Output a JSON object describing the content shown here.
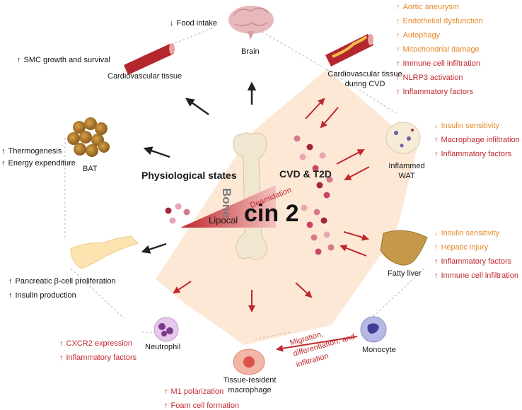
{
  "center": {
    "physiological": "Physiological states",
    "cvd_t2d": "CVD & T2D",
    "bone": "Bone",
    "deamidation": "Deamidation",
    "lipocal": "Lipocal",
    "cin2": "cin 2"
  },
  "nodes": {
    "brain": "Brain",
    "cv_tissue": "Cardiovascular tissue",
    "cv_tissue_cvd_1": "Cardiovascular tissue",
    "cv_tissue_cvd_2": "during CVD",
    "bat": "BAT",
    "inflamed_wat_1": "Inflammed",
    "inflamed_wat_2": "WAT",
    "fatty_liver": "Fatty liver",
    "neutrophil": "Neutrophil",
    "monocyte": "Monocyte",
    "macrophage_1": "Tissue-resident",
    "macrophage_2": "macrophage",
    "migration_1": "Migration,",
    "migration_2": "differentiation, and",
    "migration_3": "infiltration"
  },
  "physiological_effects": {
    "brain": [
      {
        "dir": "down",
        "text": "Food intake"
      }
    ],
    "cv_tissue": [
      {
        "dir": "up",
        "text": "SMC growth and survival"
      }
    ],
    "bat": [
      {
        "dir": "up",
        "text": "Thermogenesis"
      },
      {
        "dir": "up",
        "text": "Energy expenditure"
      }
    ],
    "pancreas": [
      {
        "dir": "up",
        "text": "Pancreatic β-cell proliferation"
      },
      {
        "dir": "up",
        "text": "Insulin production"
      }
    ]
  },
  "disease_effects": {
    "cv_tissue_cvd": [
      {
        "dir": "up",
        "color": "orange",
        "text": "Aortic aneurysm"
      },
      {
        "dir": "up",
        "color": "orange",
        "text": "Endothelial dysfunction"
      },
      {
        "dir": "up",
        "color": "orange",
        "text": "Autophagy"
      },
      {
        "dir": "up",
        "color": "orange",
        "text": "Mitochondrial damage"
      },
      {
        "dir": "up",
        "color": "red",
        "text": "Immune cell infiltration"
      },
      {
        "dir": "up",
        "color": "red",
        "text": "NLRP3 activation"
      },
      {
        "dir": "up",
        "color": "red",
        "text": "Inflammatory factors"
      }
    ],
    "inflamed_wat": [
      {
        "dir": "down",
        "color": "orange",
        "text": "Insulin sensitivity"
      },
      {
        "dir": "up",
        "color": "red",
        "text": "Macrophage infiltration"
      },
      {
        "dir": "up",
        "color": "red",
        "text": "Inflammatory factors"
      }
    ],
    "fatty_liver": [
      {
        "dir": "down",
        "color": "orange",
        "text": "Insulin sensitivity"
      },
      {
        "dir": "up",
        "color": "orange",
        "text": "Hepatic injury"
      },
      {
        "dir": "up",
        "color": "red",
        "text": "Inflammatory factors"
      },
      {
        "dir": "up",
        "color": "red",
        "text": "Immune cell infiltration"
      }
    ],
    "neutrophil": [
      {
        "dir": "up",
        "color": "red",
        "text": "CXCR2 expression"
      },
      {
        "dir": "up",
        "color": "red",
        "text": "Inflammatory factors"
      }
    ],
    "macrophage": [
      {
        "dir": "up",
        "color": "red",
        "text": "M1 polarization"
      },
      {
        "dir": "up",
        "color": "red",
        "text": "Foam cell formation"
      }
    ]
  },
  "colors": {
    "black_arrow": "#222222",
    "red_arrow": "#c0272d",
    "orange_text": "#e8892c",
    "disease_region": "#fde8d6",
    "dashed_outline": "#b8b8b8"
  },
  "icons": {
    "brain": "brain-icon",
    "artery": "artery-icon",
    "plaque_artery": "plaque-artery-icon",
    "bat": "brown-fat-icon",
    "wat": "white-fat-icon",
    "pancreas": "pancreas-icon",
    "liver": "fatty-liver-icon",
    "bone": "bone-icon",
    "neutrophil": "neutrophil-icon",
    "monocyte": "monocyte-icon",
    "macrophage": "macrophage-icon"
  }
}
